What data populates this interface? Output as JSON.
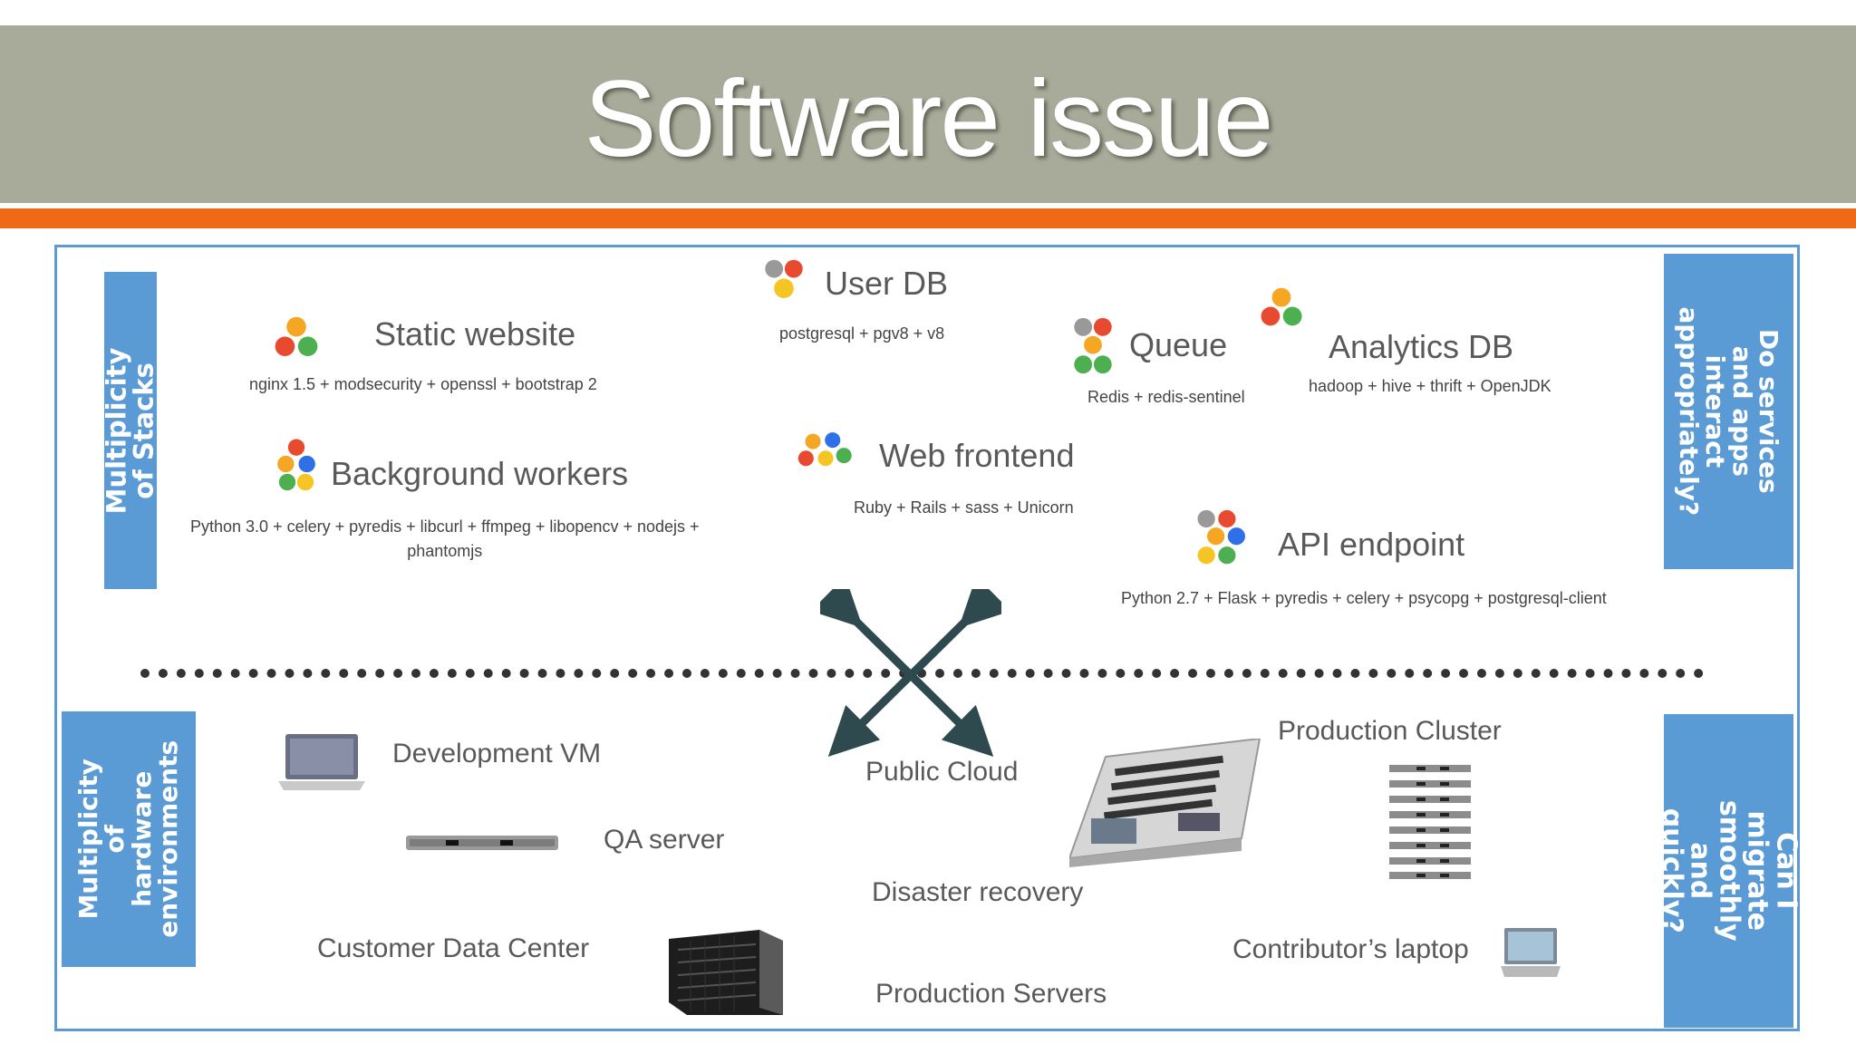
{
  "title": "Software issue",
  "colors": {
    "title_bar": "#a8ab9a",
    "accent": "#ee6a16",
    "side_label": "#5b9bd5",
    "frame": "#5b9bd5"
  },
  "side_labels": {
    "top_left": "Multiplicity of Stacks",
    "top_right": "Do services and apps\ninteract\nappropriately?",
    "bottom_left": "Multiplicity of\nhardware\nenvironments",
    "bottom_right": "Can I migrate\nsmoothly and\nquickly?"
  },
  "stacks": [
    {
      "title": "Static website",
      "stack": "nginx 1.5 + modsecurity + openssl + bootstrap 2"
    },
    {
      "title": "User DB",
      "stack": "postgresql + pgv8 + v8"
    },
    {
      "title": "Queue",
      "stack": "Redis + redis-sentinel"
    },
    {
      "title": "Analytics DB",
      "stack": "hadoop + hive + thrift + OpenJDK"
    },
    {
      "title": "Background workers",
      "stack": "Python 3.0 + celery + pyredis + libcurl + ffmpeg + libopencv + nodejs +\nphantomjs"
    },
    {
      "title": "Web frontend",
      "stack": "Ruby + Rails + sass + Unicorn"
    },
    {
      "title": "API endpoint",
      "stack": "Python 2.7 + Flask + pyredis + celery + psycopg + postgresql-client"
    }
  ],
  "hardware": [
    {
      "label": "Development VM",
      "icon": "laptop-icon"
    },
    {
      "label": "QA server",
      "icon": "rack-server-icon"
    },
    {
      "label": "Public Cloud",
      "icon": ""
    },
    {
      "label": "Production  Cluster",
      "icon": "server-rack-stack-icon"
    },
    {
      "label": "Disaster recovery",
      "icon": ""
    },
    {
      "label": "Customer  Data Center",
      "icon": "blade-chassis-icon"
    },
    {
      "label": "Contributor’s  laptop",
      "icon": "laptop-icon"
    },
    {
      "label": "Production Servers",
      "icon": ""
    }
  ],
  "icons": [
    "hexagon-cluster-icon",
    "cross-arrows-icon",
    "motherboard-icon"
  ]
}
